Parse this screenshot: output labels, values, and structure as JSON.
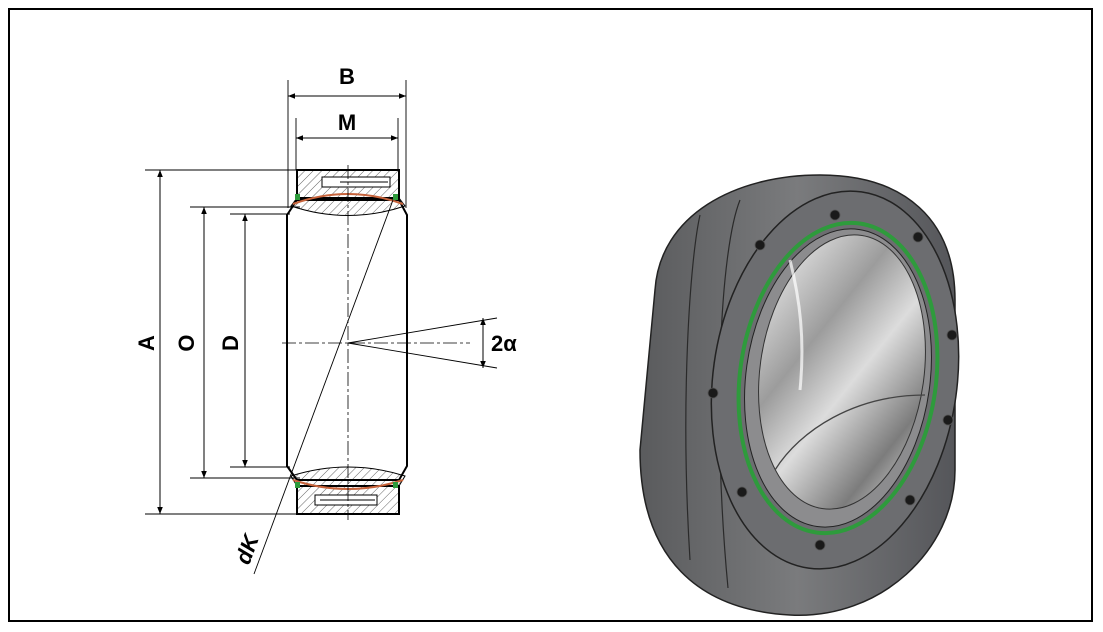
{
  "labels": {
    "B": "B",
    "M": "M",
    "A": "A",
    "O": "O",
    "D": "D",
    "dK": "dK",
    "alpha": "2α"
  },
  "colors": {
    "outline": "#000000",
    "seal": "#2e9b3c",
    "liner": "#c8643c",
    "housing": "#6e6f71",
    "housing_dark": "#3e3f41",
    "bore_light": "#e8e8e8"
  }
}
